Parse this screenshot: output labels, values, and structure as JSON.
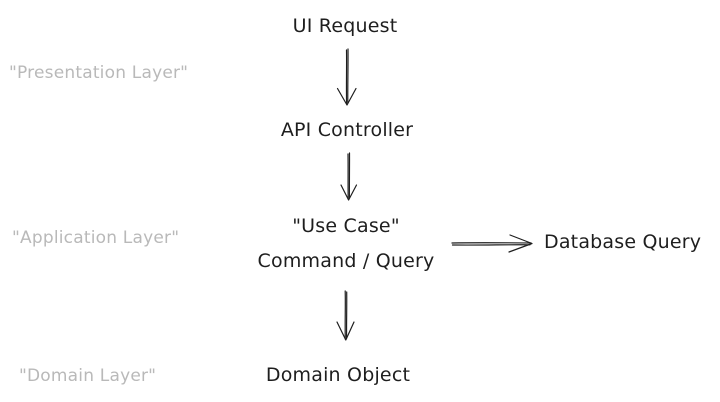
{
  "nodes": {
    "ui_request": "UI Request",
    "api_controller": "API Controller",
    "use_case_line1": "\"Use Case\"",
    "use_case_line2": "Command / Query",
    "database_query": "Database Query",
    "domain_object": "Domain Object"
  },
  "layers": {
    "presentation": "\"Presentation Layer\"",
    "application": "\"Application Layer\"",
    "domain": "\"Domain Layer\""
  },
  "colors": {
    "node_text": "#1e1e1e",
    "layer_text": "#b9b9b9",
    "background": "#ffffff"
  }
}
